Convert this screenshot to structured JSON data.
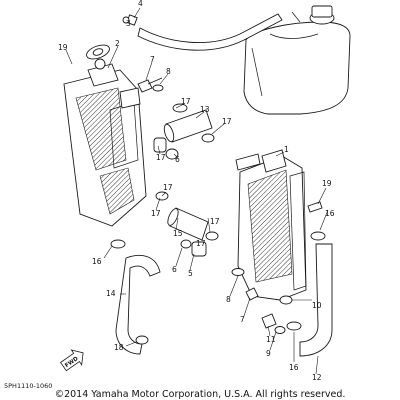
{
  "diagram": {
    "callouts": [
      "1",
      "2",
      "3",
      "4",
      "5",
      "6",
      "7",
      "8",
      "9",
      "10",
      "11",
      "12",
      "13",
      "14",
      "15",
      "16",
      "17",
      "18",
      "19"
    ],
    "front_marker": "FWD",
    "drawing_code": "5PH1110-1060",
    "copyright": "©2014 Yamaha Motor Corporation, U.S.A. All rights reserved."
  }
}
